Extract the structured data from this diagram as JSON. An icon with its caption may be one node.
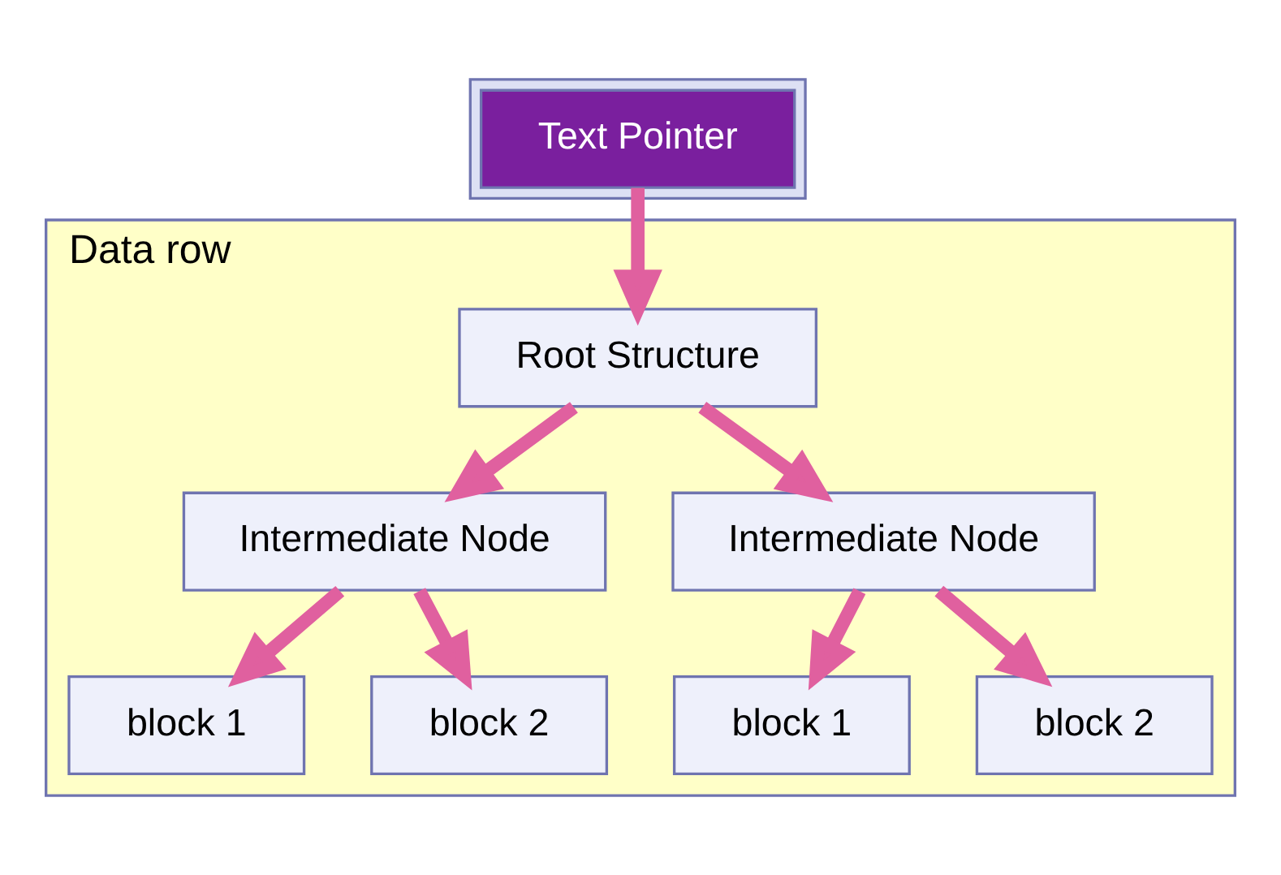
{
  "diagram": {
    "nodes": [
      {
        "text": [
          "Data row"
        ]
      },
      {
        "text": [],
        "shape": "bar"
      },
      {
        "text": [
          "Text Pointer"
        ],
        "in": 1
      },
      {
        "text": [
          "Root Structure"
        ],
        "in": 0
      },
      {
        "text": [
          "Intermediate Node"
        ],
        "in": 0
      },
      {
        "text": [
          "Intermediate Node"
        ],
        "in": 0
      },
      {
        "text": [
          "block 1"
        ],
        "in": 0
      },
      {
        "text": [
          "block 2"
        ],
        "in": 0
      },
      {
        "text": [
          "block 1"
        ],
        "in": 0
      },
      {
        "text": [
          "block 2"
        ],
        "in": 0
      }
    ],
    "edges": [
      {
        "from": 2,
        "to": 3,
        "arrow": "to"
      },
      {
        "from": 3,
        "to": 4,
        "arrow": "to"
      },
      {
        "from": 3,
        "to": 5,
        "arrow": "to"
      },
      {
        "from": 4,
        "to": 6,
        "arrow": "to"
      },
      {
        "from": 4,
        "to": 7,
        "arrow": "to"
      },
      {
        "from": 5,
        "to": 8,
        "arrow": "to"
      },
      {
        "from": 5,
        "to": 9,
        "arrow": "to"
      }
    ]
  }
}
